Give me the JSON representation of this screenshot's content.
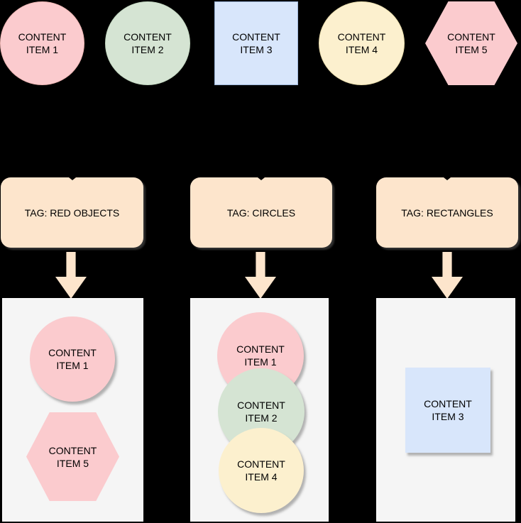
{
  "colors": {
    "background": "#000000",
    "pink": "#fbcbce",
    "green": "#d5e4d3",
    "blue": "#d8e6fb",
    "yellow": "#fcf0ce",
    "tag_box": "#fde5cc",
    "group_container": "#f5f5f5",
    "text": "#000000"
  },
  "source_items": [
    {
      "label": "CONTENT\nITEM 1",
      "shape": "circle",
      "color": "#fbcbce"
    },
    {
      "label": "CONTENT\nITEM 2",
      "shape": "circle",
      "color": "#d5e4d3"
    },
    {
      "label": "CONTENT\nITEM 3",
      "shape": "square",
      "color": "#d8e6fb"
    },
    {
      "label": "CONTENT\nITEM 4",
      "shape": "circle",
      "color": "#fcf0ce"
    },
    {
      "label": "CONTENT\nITEM 5",
      "shape": "hexagon",
      "color": "#fbcbce"
    }
  ],
  "tags": [
    {
      "label": "TAG: RED OBJECTS"
    },
    {
      "label": "TAG: CIRCLES"
    },
    {
      "label": "TAG: RECTANGLES"
    }
  ],
  "groups": [
    {
      "tag": "TAG: RED OBJECTS",
      "items": [
        {
          "label": "CONTENT\nITEM 1",
          "shape": "circle",
          "color": "#fbcbce"
        },
        {
          "label": "CONTENT\nITEM 5",
          "shape": "hexagon",
          "color": "#fbcbce"
        }
      ]
    },
    {
      "tag": "TAG: CIRCLES",
      "items": [
        {
          "label": "CONTENT\nITEM 1",
          "shape": "circle",
          "color": "#fbcbce"
        },
        {
          "label": "CONTENT\nITEM 2",
          "shape": "circle",
          "color": "#d5e4d3"
        },
        {
          "label": "CONTENT\nITEM 4",
          "shape": "circle",
          "color": "#fcf0ce"
        }
      ]
    },
    {
      "tag": "TAG: RECTANGLES",
      "items": [
        {
          "label": "CONTENT\nITEM 3",
          "shape": "square",
          "color": "#d8e6fb"
        }
      ]
    }
  ]
}
